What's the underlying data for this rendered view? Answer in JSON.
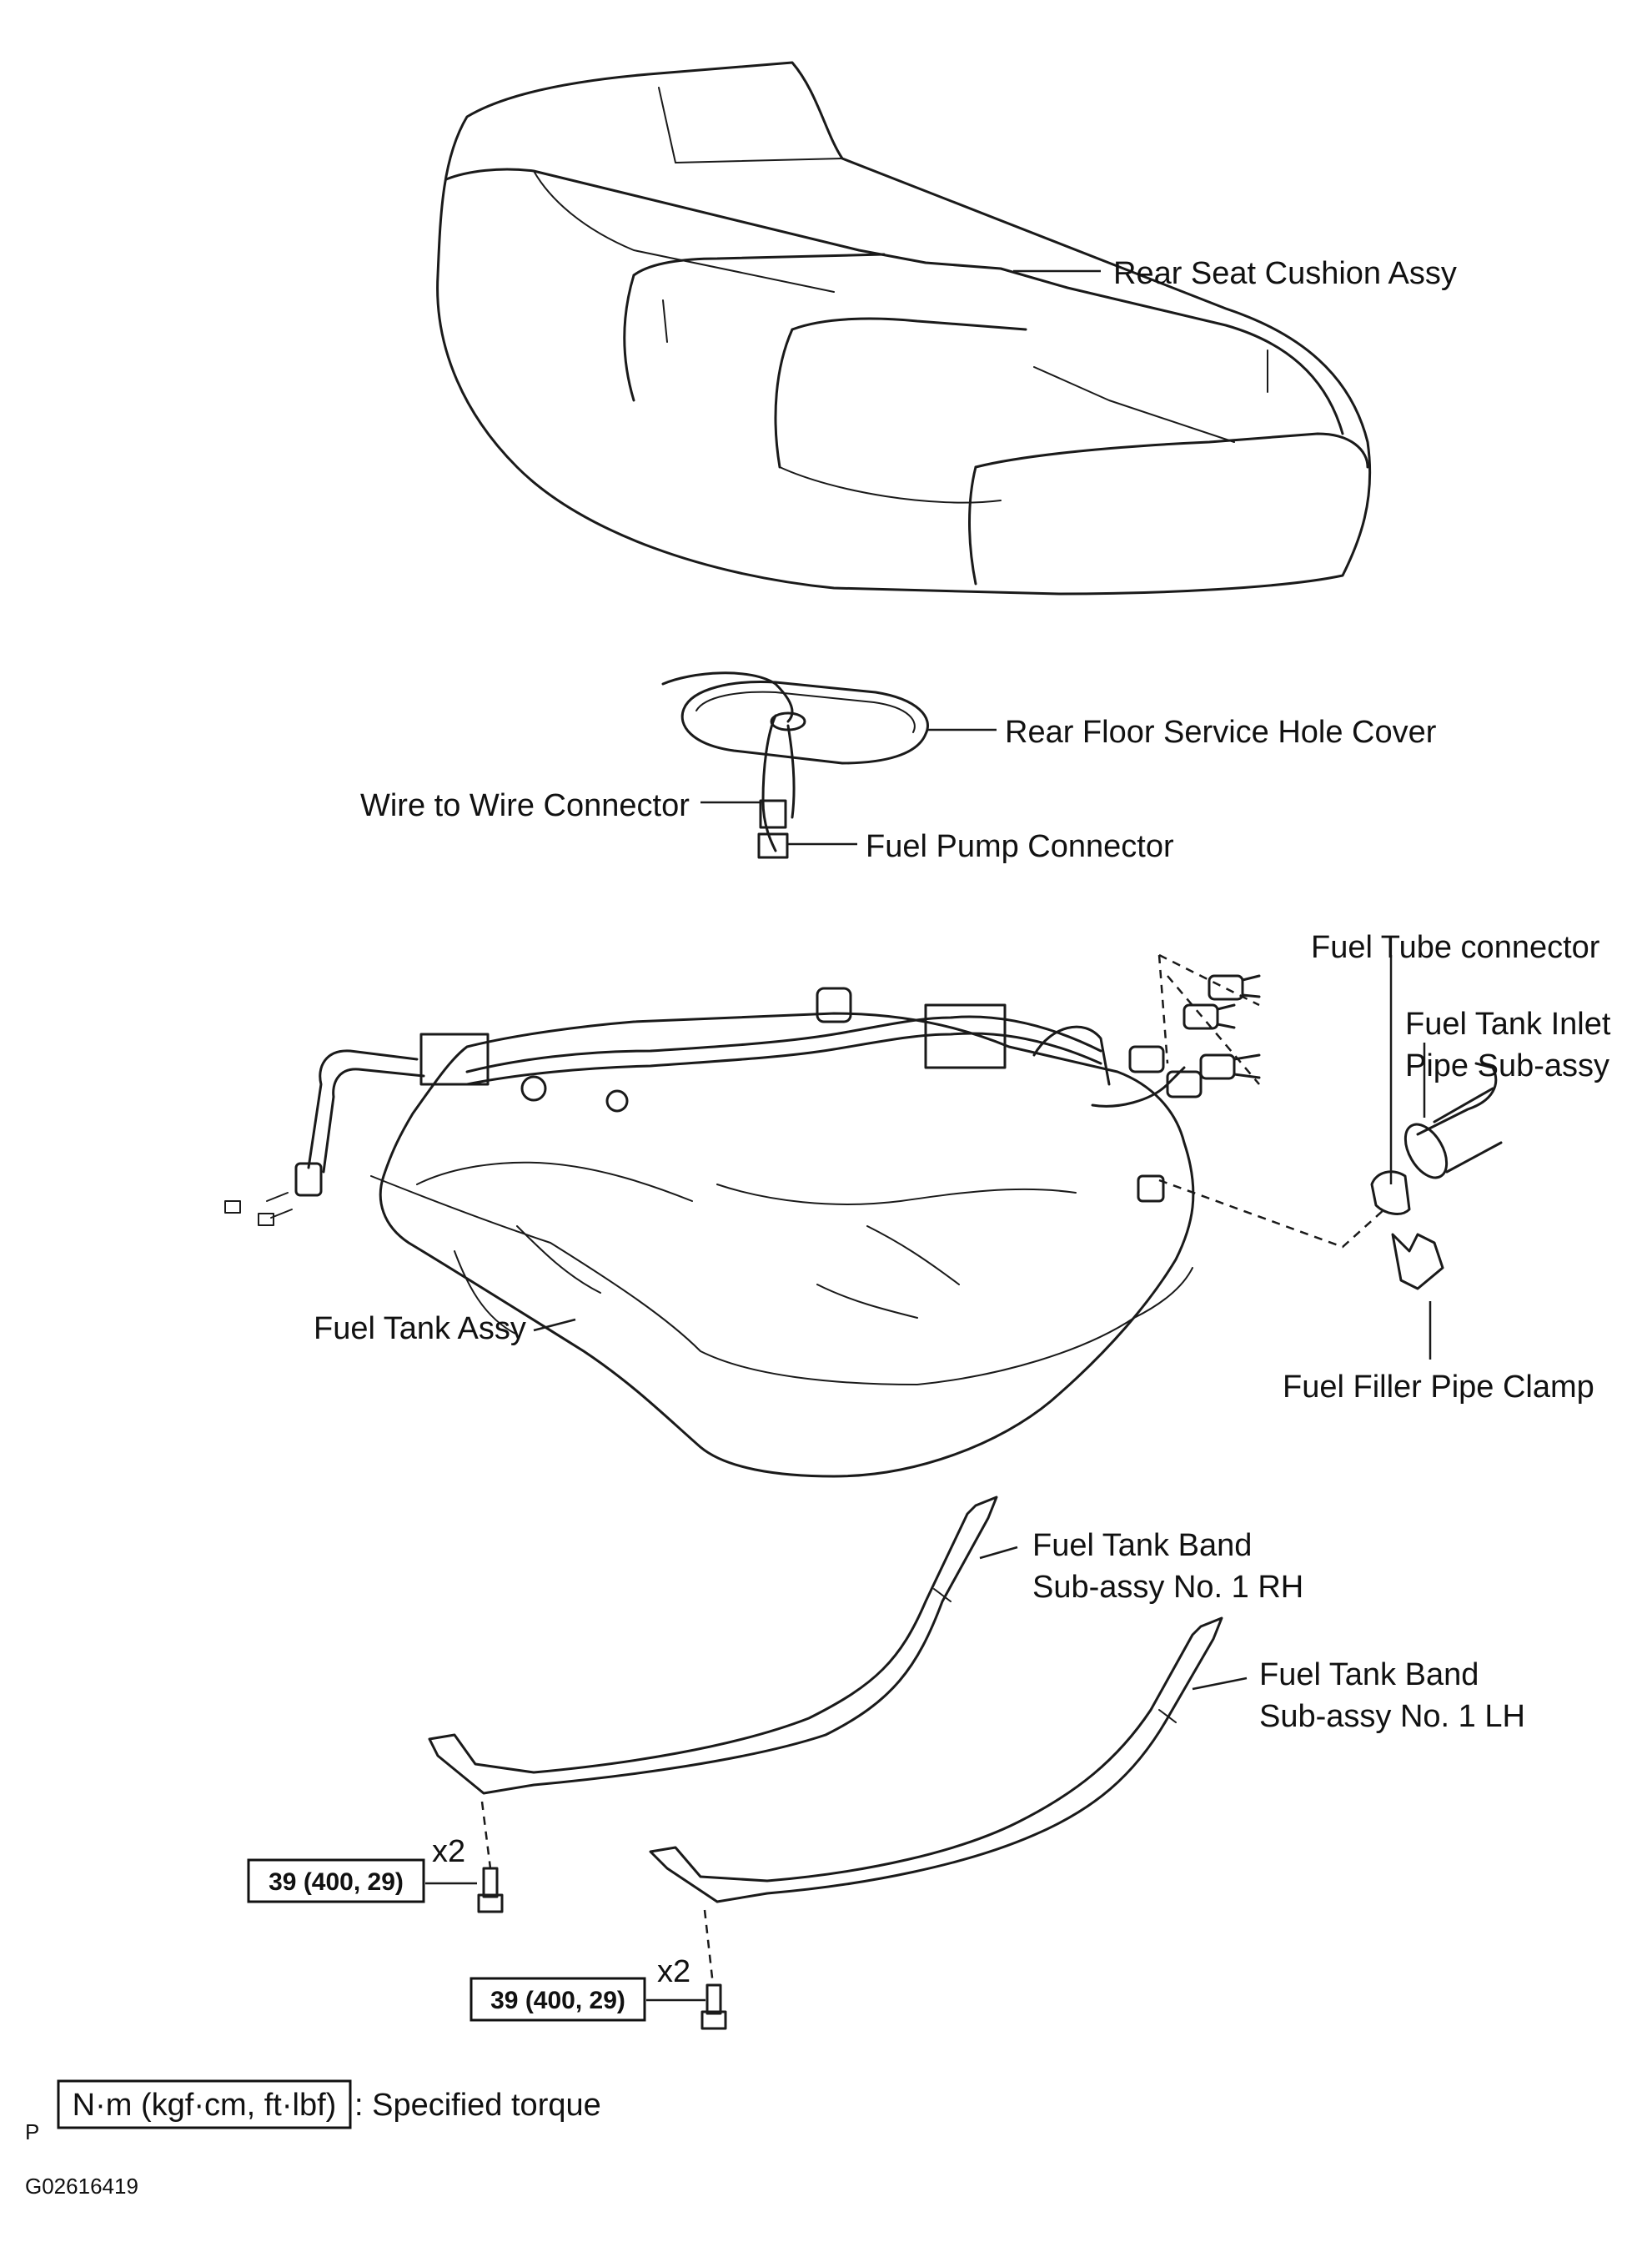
{
  "labels": {
    "rear_seat_cushion": "Rear Seat Cushion Assy",
    "rear_floor_cover": "Rear Floor Service Hole Cover",
    "wire_connector": "Wire to Wire Connector",
    "fuel_pump_connector": "Fuel Pump Connector",
    "fuel_tube_connector": "Fuel Tube connector",
    "inlet_pipe_line1": "Fuel Tank Inlet",
    "inlet_pipe_line2": "Pipe Sub-assy",
    "fuel_tank": "Fuel Tank Assy",
    "filler_clamp": "Fuel Filler Pipe Clamp",
    "band_rh_line1": "Fuel Tank Band",
    "band_rh_line2": "Sub-assy No. 1 RH",
    "band_lh_line1": "Fuel Tank Band",
    "band_lh_line2": "Sub-assy No. 1 LH"
  },
  "torque": {
    "bolt_rh": {
      "value": "39 (400, 29)",
      "qty": "x2"
    },
    "bolt_lh": {
      "value": "39 (400, 29)",
      "qty": "x2"
    }
  },
  "legend": {
    "unit_box": "N·m (kgf·cm, ft·lbf)",
    "description": ": Specified torque",
    "marker": "P"
  },
  "figure_id": "G02616419"
}
